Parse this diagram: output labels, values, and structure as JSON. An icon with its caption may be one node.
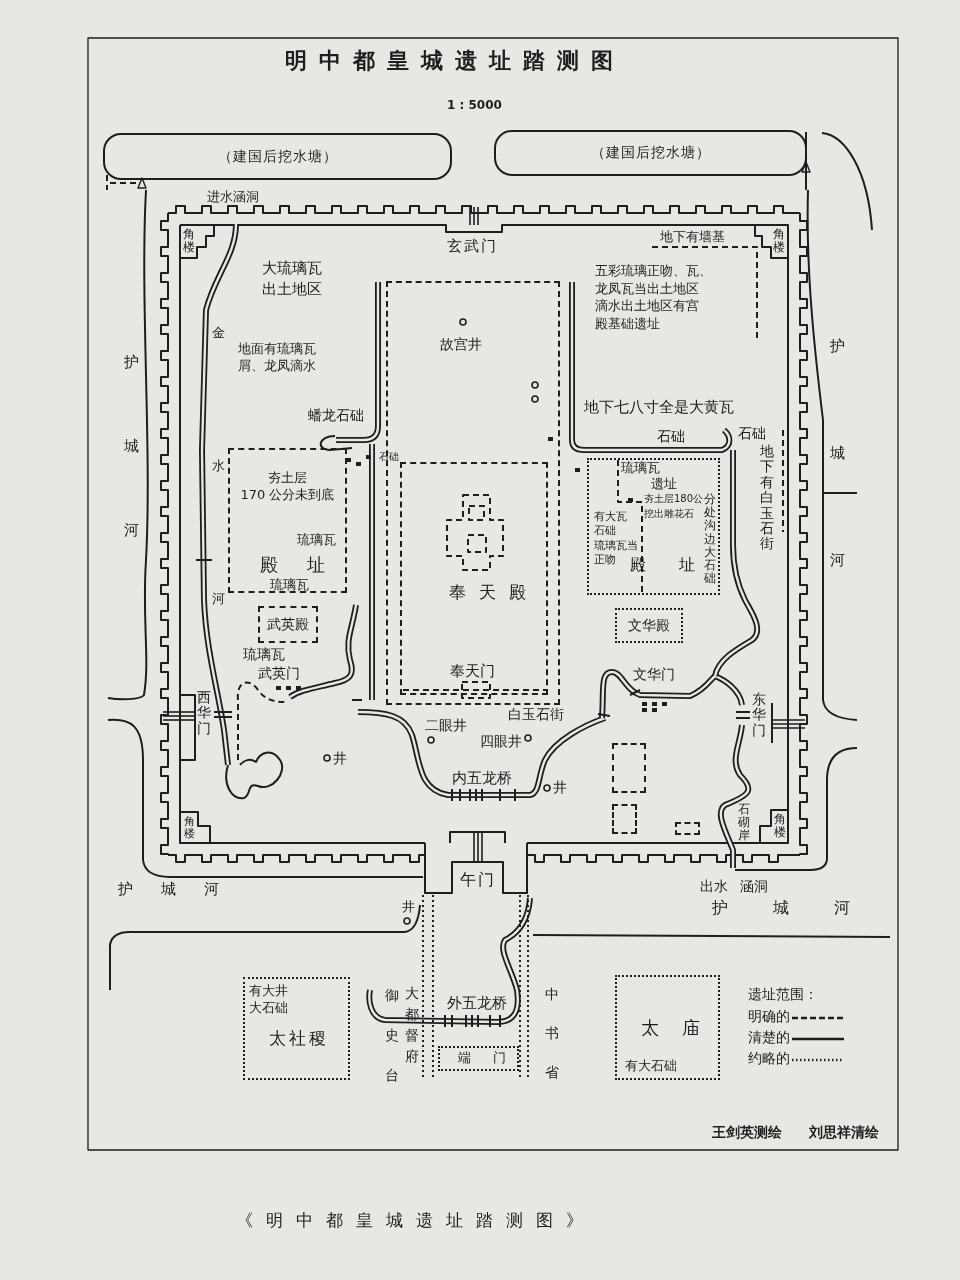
{
  "diagram": {
    "title": "明中都皇城遗址踏测图",
    "caption": "《明中都皇城遗址踏测图》",
    "nodes": [
      {
        "text": [
          "（建国后挖水塘）"
        ]
      },
      {
        "text": [
          "（建国后挖水塘）"
        ]
      },
      {
        "text": [],
        "shape": "box"
      },
      {
        "text": [
          "奉天殿",
          "奉天门"
        ],
        "in": 2
      },
      {
        "text": [
          "夯土层170 公分未到底",
          "琉璃瓦",
          "殿址",
          "琉璃瓦"
        ]
      },
      {
        "text": [
          "武英殿"
        ]
      },
      {
        "text": [
          "琉璃瓦遗址",
          "夯土层180公",
          "挖出雕花石",
          "有大瓦石础琉璃瓦当正吻",
          "分处沟边大石础",
          "殿址"
        ]
      },
      {
        "text": [
          "文华殿"
        ]
      },
      {
        "text": [],
        "shape": "box"
      },
      {
        "text": [],
        "shape": "box"
      },
      {
        "text": [],
        "shape": "box"
      },
      {
        "text": [
          "有大井大石础",
          "太社稷"
        ]
      },
      {
        "text": [
          "端门"
        ]
      },
      {
        "text": [
          "太庙",
          "有大石础"
        ]
      }
    ],
    "edges": [],
    "labels": [
      "1 : 5000",
      "进水涵洞",
      "角楼",
      "玄武门",
      "角楼",
      "地下有墙基",
      "大琉璃瓦出土地区",
      "五彩琉璃正吻、瓦、龙凤瓦当出土地区滴水出土地区有宫殿基础遗址",
      "护城河",
      "金水河",
      "地面有琉璃瓦屑、龙凤滴水",
      "故宫井",
      "护城河",
      "地下七八寸全是大黄瓦",
      "蟠龙石础",
      "石础",
      "石础",
      "石础",
      "地下有白玉石街",
      "琉璃瓦",
      "武英门",
      "西华门",
      "文华门",
      "东华门",
      "二眼井",
      "白玉石街",
      "四眼井",
      "井",
      "内五龙桥",
      "井",
      "石砌岸",
      "角楼",
      "角楼",
      "午门",
      "出水",
      "涵洞",
      "护城河",
      "护城河",
      "井",
      "御史台",
      "大都督府",
      "外五龙桥",
      "中书省",
      "遗址范围：",
      "王剑英测绘",
      "刘思祥清绘"
    ],
    "legend": [
      {
        "text": "明确的"
      },
      {
        "text": "清楚的"
      },
      {
        "text": "约略的"
      }
    ]
  }
}
